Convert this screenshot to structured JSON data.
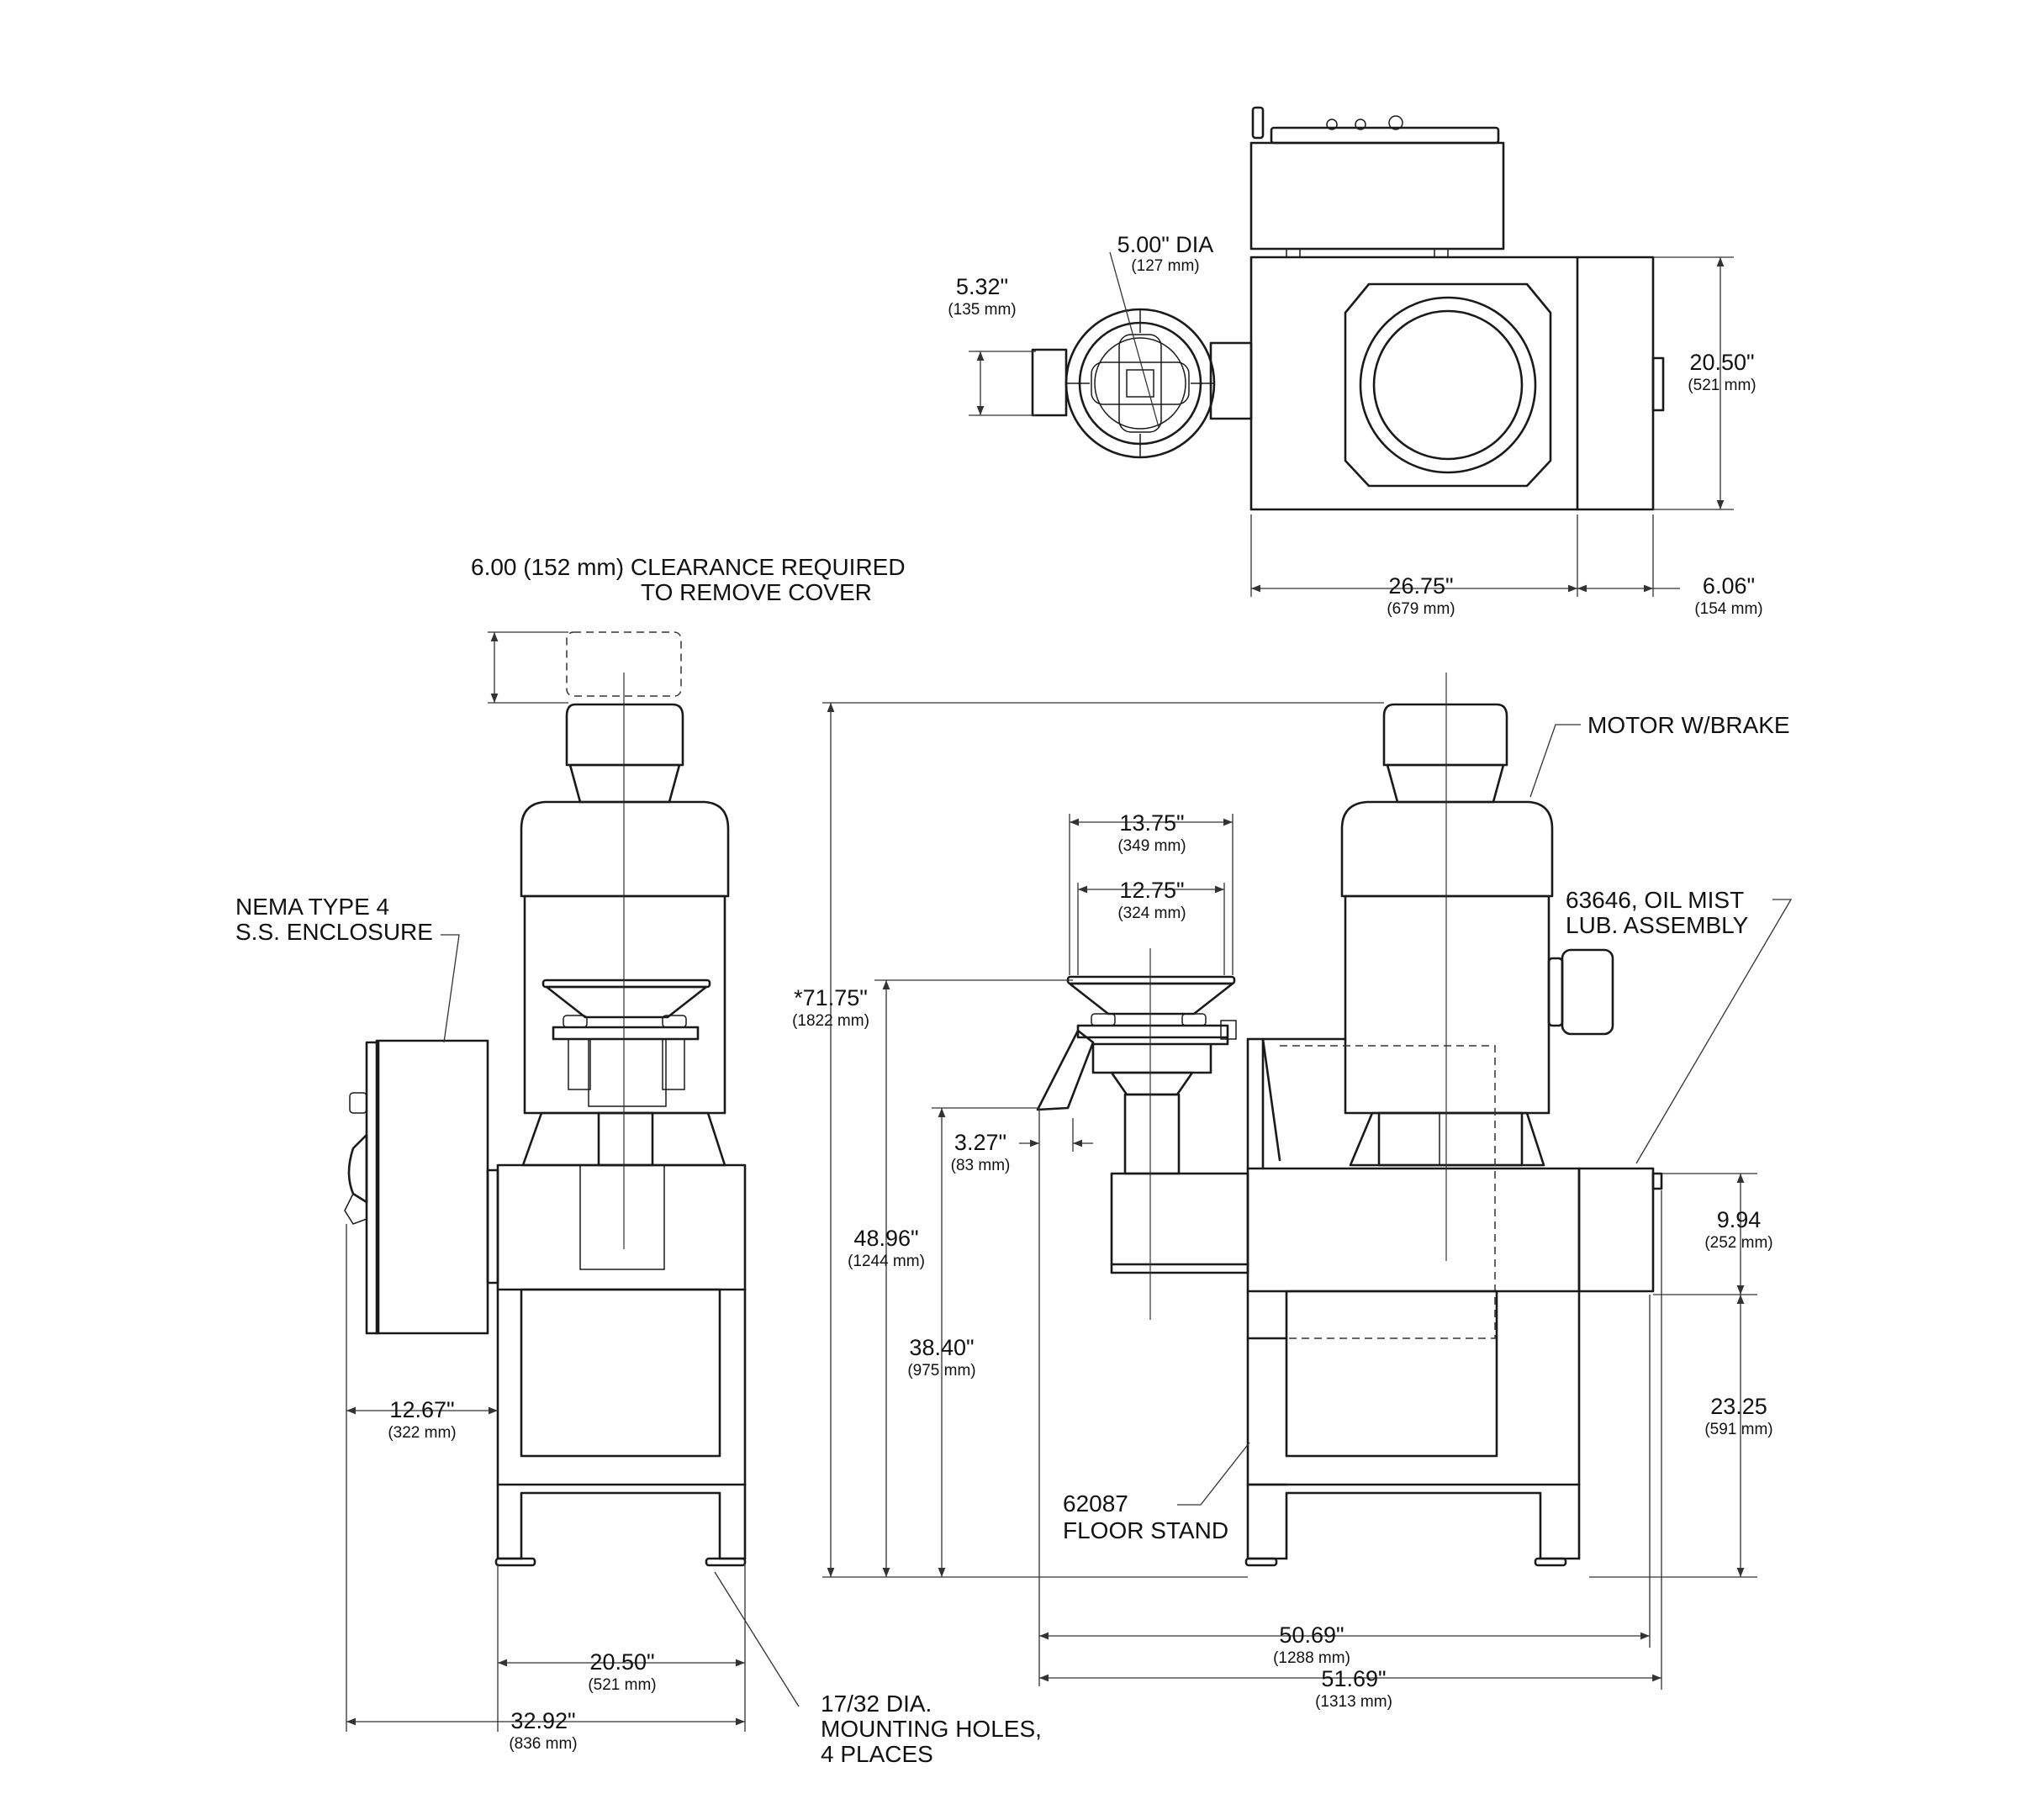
{
  "dimensions": {
    "top_dia": {
      "value": "5.00\" DIA",
      "mm": "(127 mm)"
    },
    "top_offset": {
      "value": "5.32\"",
      "mm": "(135 mm)"
    },
    "top_depth": {
      "value": "20.50\"",
      "mm": "(521 mm)"
    },
    "top_width": {
      "value": "26.75\"",
      "mm": "(679 mm)"
    },
    "top_side": {
      "value": "6.06\"",
      "mm": "(154 mm)"
    },
    "left_overhang": {
      "value": "12.67\"",
      "mm": "(322 mm)"
    },
    "left_stand_width": {
      "value": "20.50\"",
      "mm": "(521 mm)"
    },
    "left_total_width": {
      "value": "32.92\"",
      "mm": "(836 mm)"
    },
    "hopper_outer": {
      "value": "13.75\"",
      "mm": "(349 mm)"
    },
    "hopper_inner": {
      "value": "12.75\"",
      "mm": "(324 mm)"
    },
    "overall_height": {
      "value": "*71.75\"",
      "mm": "(1822 mm)"
    },
    "hopper_height": {
      "value": "48.96\"",
      "mm": "(1244 mm)"
    },
    "discharge_height": {
      "value": "38.40\"",
      "mm": "(975 mm)"
    },
    "chute_offset": {
      "value": "3.27\"",
      "mm": "(83 mm)"
    },
    "base_height": {
      "value": "9.94",
      "mm": "(252 mm)"
    },
    "stand_height": {
      "value": "23.25",
      "mm": "(591 mm)"
    },
    "overall_length": {
      "value": "50.69\"",
      "mm": "(1288 mm)"
    },
    "total_length": {
      "value": "51.69\"",
      "mm": "(1313 mm)"
    }
  },
  "notes": {
    "clearance": [
      "6.00 (152 mm) CLEARANCE REQUIRED",
      "TO REMOVE COVER"
    ],
    "enclosure": [
      "NEMA TYPE 4",
      "S.S. ENCLOSURE"
    ],
    "motor": [
      "MOTOR W/BRAKE"
    ],
    "lube": [
      "63646, OIL MIST",
      "LUB. ASSEMBLY"
    ],
    "stand": [
      "62087",
      "FLOOR STAND"
    ],
    "holes": [
      "17/32 DIA.",
      "MOUNTING HOLES,",
      "4 PLACES"
    ]
  },
  "colors": {
    "line": "#1a1a1a",
    "paper": "#ffffff"
  }
}
